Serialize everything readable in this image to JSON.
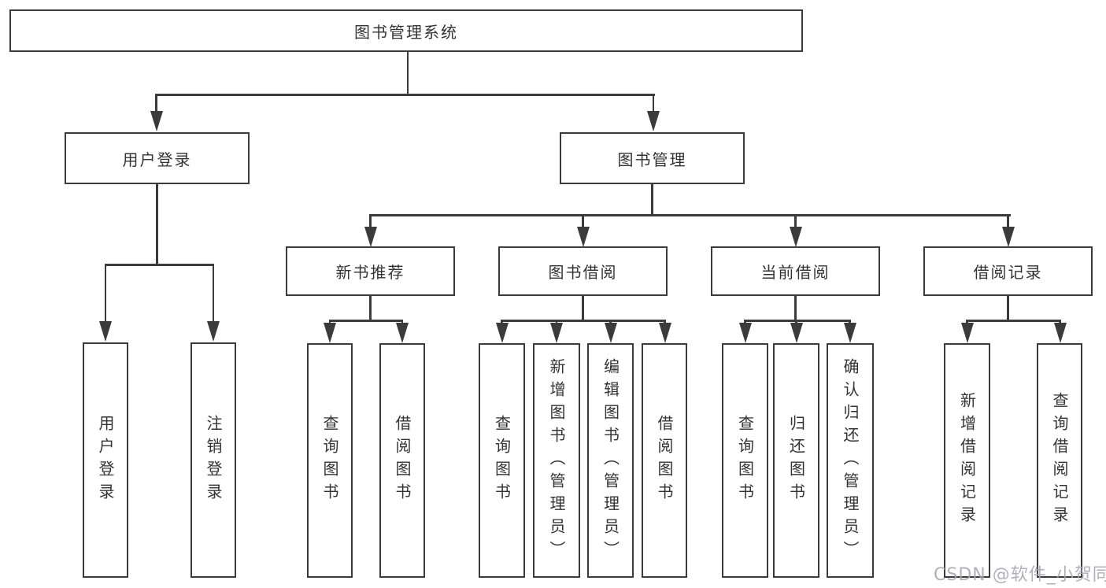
{
  "page": {
    "watermark": "CSDN @软件_小贺同学"
  },
  "colors": {
    "line": "#3b3b3b",
    "text": "#333333",
    "box_background": "#ffffff",
    "watermark": "#a8a8b2"
  },
  "diagram": {
    "root": {
      "label": "图书管理系统"
    },
    "user_login": {
      "label": "用户登录",
      "children": [
        {
          "label": "用户登录"
        },
        {
          "label": "注销登录"
        }
      ]
    },
    "book_mgmt": {
      "label": "图书管理",
      "groups": [
        {
          "label": "新书推荐",
          "children": [
            {
              "label": "查询图书"
            },
            {
              "label": "借阅图书"
            }
          ]
        },
        {
          "label": "图书借阅",
          "children": [
            {
              "label": "查询图书"
            },
            {
              "label": "新增图书（管理员）"
            },
            {
              "label": "编辑图书（管理员）"
            },
            {
              "label": "借阅图书"
            }
          ]
        },
        {
          "label": "当前借阅",
          "children": [
            {
              "label": "查询图书"
            },
            {
              "label": "归还图书"
            },
            {
              "label": "确认归还（管理员）"
            }
          ]
        },
        {
          "label": "借阅记录",
          "children": [
            {
              "label": "新增借阅记录"
            },
            {
              "label": "查询借阅记录"
            }
          ]
        }
      ]
    }
  }
}
